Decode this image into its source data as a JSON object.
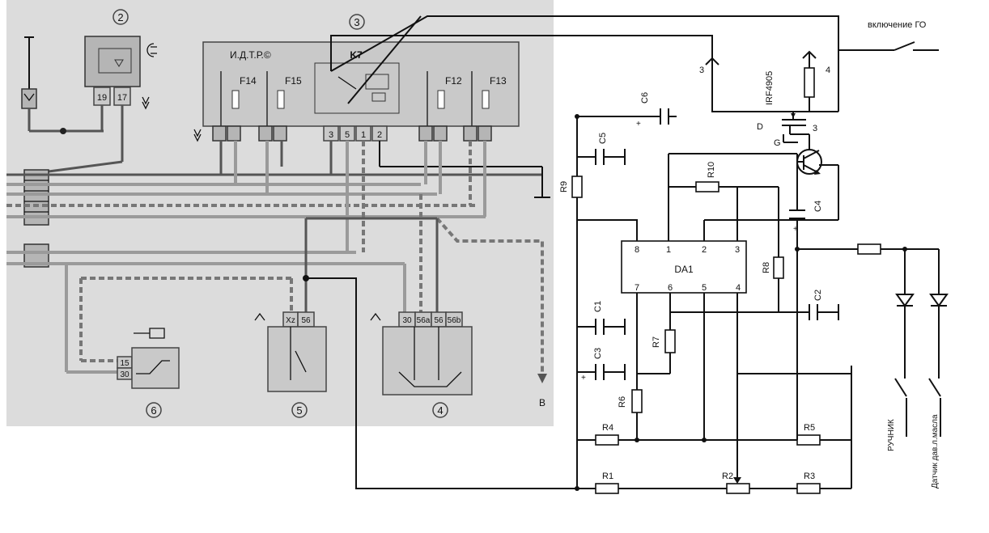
{
  "labels": {
    "n2": "2",
    "n3": "3",
    "n4": "4",
    "n5": "5",
    "n6": "6",
    "idtr": "И.Д.Т.Р.©",
    "k7": "K7",
    "f14": "F14",
    "f15": "F15",
    "f12": "F12",
    "f13": "F13",
    "p19": "19",
    "p17": "17",
    "k3": "3",
    "k5": "5",
    "k1": "1",
    "k2": "2",
    "xz": "Xz",
    "p56": "56",
    "p30": "30",
    "p56a": "56a",
    "p56r": "56",
    "p56b": "56b",
    "p15": "15",
    "p30b": "30",
    "b": "B",
    "vkl": "включение ГО",
    "irf": "IRF4905",
    "pin3": "3",
    "pin4": "4",
    "pin3b": "3",
    "d": "D",
    "g": "G",
    "c6": "C6",
    "c5": "C5",
    "r9": "R9",
    "r10": "R10",
    "c4": "C4",
    "da1": "DA1",
    "da_8": "8",
    "da_1": "1",
    "da_2": "2",
    "da_3": "3",
    "da_7": "7",
    "da_6": "6",
    "da_5": "5",
    "da_4": "4",
    "r8": "R8",
    "c2": "C2",
    "c1": "C1",
    "r7": "R7",
    "c3": "C3",
    "r6": "R6",
    "r4": "R4",
    "r5": "R5",
    "r1": "R1",
    "r2": "R2",
    "r3": "R3",
    "ruchnik": "РУЧНИК",
    "oil": "Датчик дав.л.масла"
  }
}
